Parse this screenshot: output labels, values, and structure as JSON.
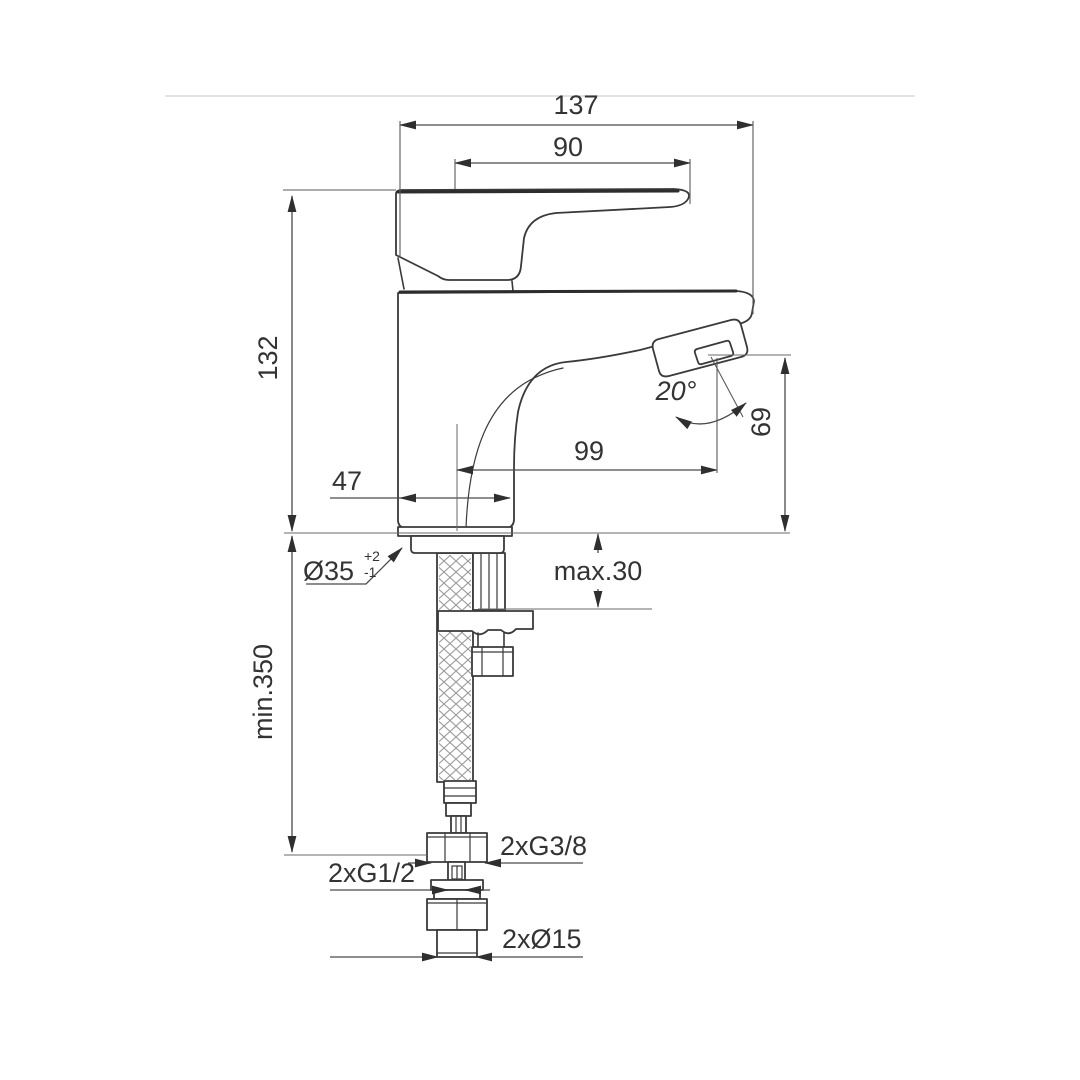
{
  "drawing": {
    "type": "technical-dimension-drawing",
    "subject": "single-lever basin mixer tap, side elevation with flexible supply hose",
    "units_implied": "mm",
    "labels": {
      "overall_width": "137",
      "handle_length": "90",
      "body_height": "132",
      "spout_reach": "99",
      "base_depth": "47",
      "spout_angle": "20°",
      "spout_outlet_height": "69",
      "hole_diameter": "Ø35",
      "hole_tol_plus": "+2",
      "hole_tol_minus": "-1",
      "deck_thickness_max": "max.30",
      "hose_length_min": "min.350",
      "thread_top": "2xG3/8",
      "thread_mid": "2xG1/2",
      "pipe_diameter": "2xØ15"
    }
  }
}
